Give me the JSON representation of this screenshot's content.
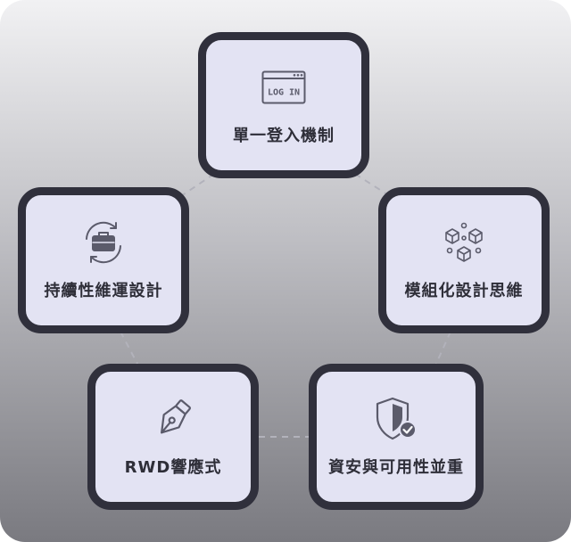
{
  "nodes": [
    {
      "id": "login",
      "label": "單一登入機制",
      "icon": "login-icon",
      "icon_text": "LOG IN"
    },
    {
      "id": "modular",
      "label": "模組化設計思維",
      "icon": "modules-icon"
    },
    {
      "id": "security",
      "label": "資安與可用性並重",
      "icon": "shield-check-icon"
    },
    {
      "id": "rwd",
      "label": "RWD響應式",
      "icon": "pen-nib-icon"
    },
    {
      "id": "maintenance",
      "label": "持續性維運設計",
      "icon": "briefcase-cycle-icon"
    }
  ],
  "colors": {
    "card_fill": "#e3e3f3",
    "card_border": "#30303c",
    "icon": "#5b5b6b",
    "connector": "#a9a9b4"
  }
}
